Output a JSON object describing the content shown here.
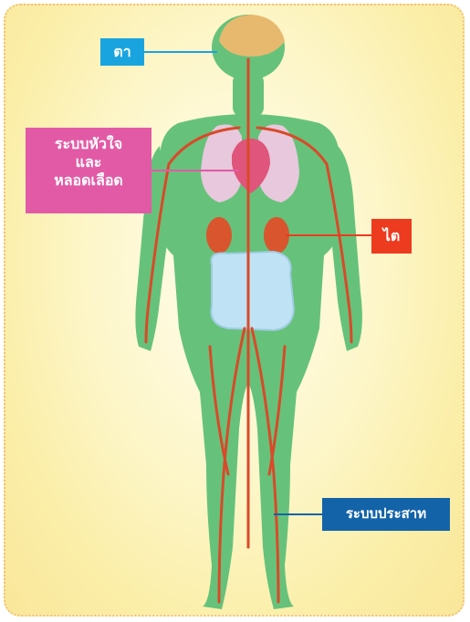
{
  "labels": {
    "eye": "ตา",
    "heart_line1": "ระบบหัวใจ",
    "heart_line2": "และ",
    "heart_line3": "หลอดเลือด",
    "kidney": "ไต",
    "nervous": "ระบบประสาท"
  },
  "colors": {
    "background": "#fbeea8",
    "body": "#66c27a",
    "vessel": "#d84a2a",
    "brain": "#e6b96e",
    "lungs": "#e7c8dc",
    "heart": "#e0557b",
    "kidney": "#d9552e",
    "intestine": "#bfe3f4",
    "eye_label": "#1aa4df",
    "heart_label": "#e25aa6",
    "kidney_label": "#ec3b1f",
    "nervous_label": "#1363a8"
  }
}
